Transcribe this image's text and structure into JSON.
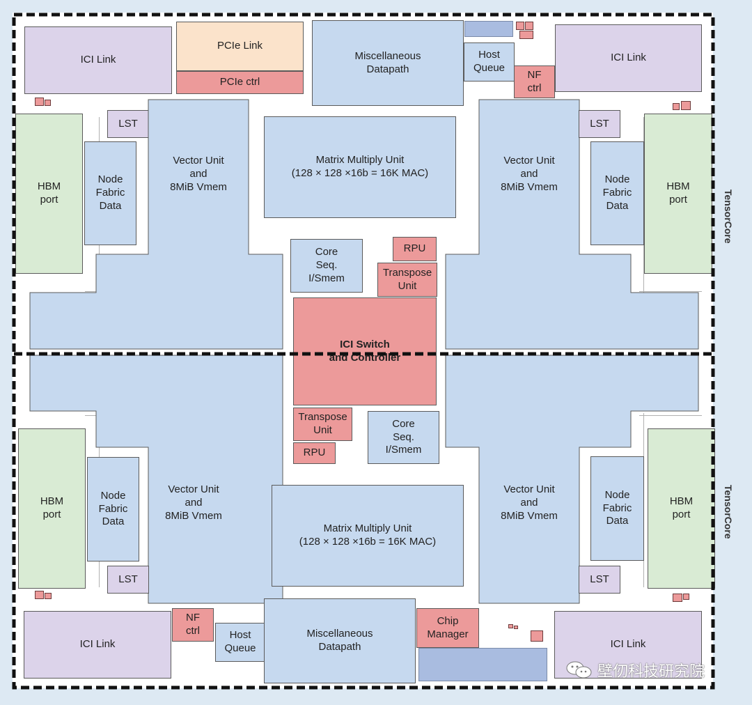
{
  "labels": {
    "ici_link": "ICI Link",
    "pcie_link": "PCIe Link",
    "pcie_ctrl": "PCIe ctrl",
    "misc_datapath": "Miscellaneous\nDatapath",
    "host_queue": "Host\nQueue",
    "nf_ctrl": "NF\nctrl",
    "lst": "LST",
    "hbm_port": "HBM\nport",
    "node_fabric_data": "Node\nFabric\nData",
    "vector_unit": "Vector Unit\nand\n8MiB Vmem",
    "matrix_multiply_unit": "Matrix Multiply Unit\n(128 × 128 ×16b = 16K MAC)",
    "core_seq": "Core\nSeq.\nI/Smem",
    "rpu": "RPU",
    "transpose_unit": "Transpose\nUnit",
    "ici_switch": "ICI Switch\nand Controller",
    "chip_manager": "Chip\nManager",
    "tensorcore": "TensorCore"
  },
  "watermark": "壁仞科技研究院",
  "colors": {
    "blue_block": "#c6d9ef",
    "red_block": "#ec9a9a",
    "purple_block": "#dcd3ea",
    "green_block": "#d9ebd4",
    "peach_block": "#fbe3cb",
    "background": "#dde9f3"
  }
}
